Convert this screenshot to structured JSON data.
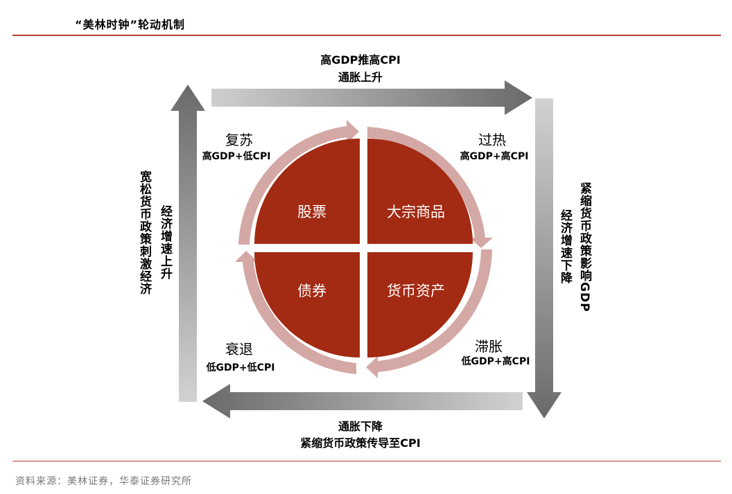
{
  "header": {
    "title": "“美林时钟”轮动机制"
  },
  "footer": {
    "source": "资料来源：美林证券，华泰证券研究所"
  },
  "arrows": {
    "top": {
      "line1": "高GDP推高CPI",
      "line2": "通胀上升"
    },
    "bottom": {
      "line1": "通胀下降",
      "line2": "紧缩货币政策传导至CPI"
    },
    "left": {
      "outer": "宽松货币政策刺激经济",
      "inner": "经济增速上升"
    },
    "right": {
      "inner": "经济增速下降",
      "outer": "紧缩货币政策影响GDP"
    }
  },
  "phases": {
    "recovery": {
      "name": "复苏",
      "desc": "高GDP+低CPI",
      "asset": "股票"
    },
    "overheat": {
      "name": "过热",
      "desc": "高GDP+高CPI",
      "asset": "大宗商品"
    },
    "recession": {
      "name": "衰退",
      "desc": "低GDP+低CPI",
      "asset": "债券"
    },
    "stagflation": {
      "name": "滞胀",
      "desc": "低GDP+高CPI",
      "asset": "货币资产"
    }
  },
  "colors": {
    "accent_rule": "#b83b2c",
    "quadrant_fill": "#a32a13",
    "ring": "#d4a8a5",
    "arrow_dark": "#6f6f6f",
    "arrow_light": "#cfcfcf"
  }
}
